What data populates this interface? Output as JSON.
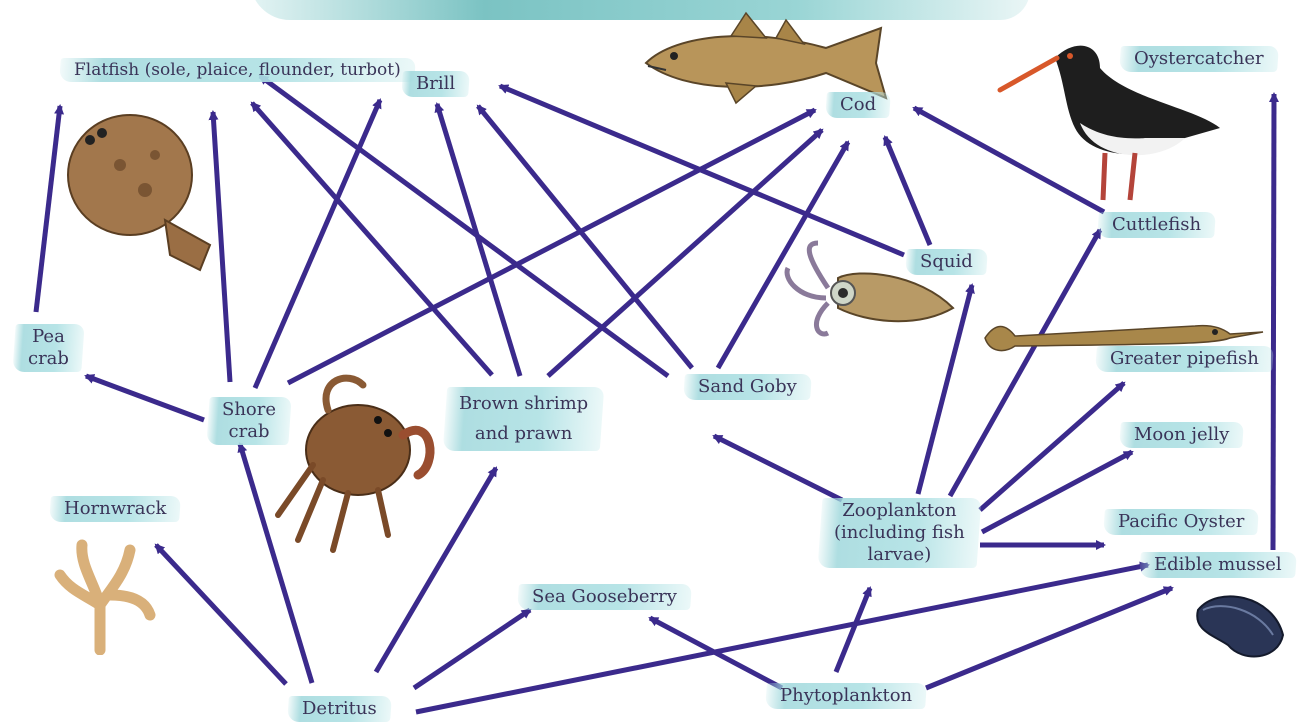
{
  "nodes": {
    "flatfish": "Flatfish (sole, plaice,\nflounder, turbot)",
    "brill": "Brill",
    "cod": "Cod",
    "oystercatcher": "Oystercatcher",
    "cuttlefish": "Cuttlefish",
    "squid": "Squid",
    "pea_crab": "Pea\ncrab",
    "shore_crab": "Shore\ncrab",
    "brown_shrimp": "Brown shrimp\nand prawn",
    "sand_goby": "Sand Goby",
    "greater_pipefish": "Greater pipefish",
    "moon_jelly": "Moon jelly",
    "hornwrack": "Hornwrack",
    "zooplankton": "Zooplankton\n(including fish\nlarvae)",
    "pacific_oyster": "Pacific Oyster",
    "edible_mussel": "Edible mussel",
    "sea_gooseberry": "Sea Gooseberry",
    "phytoplankton": "Phytoplankton",
    "detritus": "Detritus"
  },
  "edges": [
    [
      "pea_crab",
      "flatfish"
    ],
    [
      "shore_crab",
      "flatfish"
    ],
    [
      "shore_crab",
      "pea_crab"
    ],
    [
      "shore_crab",
      "brill"
    ],
    [
      "shore_crab",
      "cod"
    ],
    [
      "brown_shrimp",
      "flatfish"
    ],
    [
      "brown_shrimp",
      "brill"
    ],
    [
      "brown_shrimp",
      "cod"
    ],
    [
      "sand_goby",
      "flatfish"
    ],
    [
      "sand_goby",
      "brill"
    ],
    [
      "sand_goby",
      "cod"
    ],
    [
      "squid",
      "brill"
    ],
    [
      "squid",
      "cod"
    ],
    [
      "cuttlefish",
      "cod"
    ],
    [
      "zooplankton",
      "sand_goby"
    ],
    [
      "zooplankton",
      "squid"
    ],
    [
      "zooplankton",
      "cuttlefish"
    ],
    [
      "zooplankton",
      "greater_pipefish"
    ],
    [
      "zooplankton",
      "moon_jelly"
    ],
    [
      "zooplankton",
      "pacific_oyster"
    ],
    [
      "edible_mussel",
      "oystercatcher"
    ],
    [
      "detritus",
      "hornwrack"
    ],
    [
      "detritus",
      "shore_crab"
    ],
    [
      "detritus",
      "brown_shrimp"
    ],
    [
      "detritus",
      "sea_gooseberry"
    ],
    [
      "detritus",
      "edible_mussel"
    ],
    [
      "phytoplankton",
      "sea_gooseberry"
    ],
    [
      "phytoplankton",
      "zooplankton"
    ],
    [
      "phytoplankton",
      "edible_mussel"
    ]
  ],
  "colors": {
    "arrow": "#3b2a8c",
    "label_text": "#3a3458",
    "wash": "#a8dfe1"
  },
  "icons": [
    "fish-icon",
    "flatfish-icon",
    "oystercatcher-icon",
    "squid-icon",
    "crab-icon",
    "pipefish-icon",
    "bryozoan-icon",
    "mussel-icon"
  ]
}
